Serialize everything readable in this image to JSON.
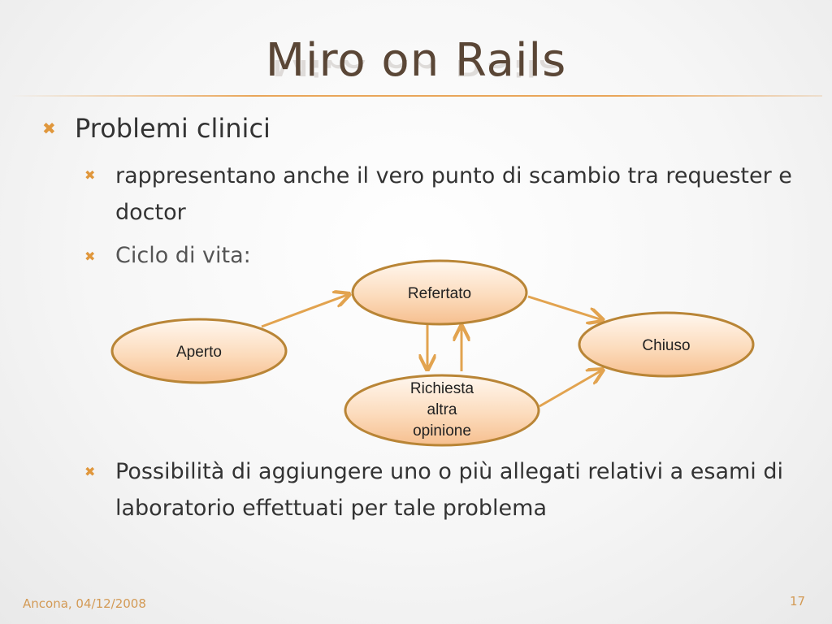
{
  "slide": {
    "title": "Miro on Rails",
    "bullets": {
      "main": "Problemi clinici",
      "sub1": "rappresentano anche il vero punto di scambio tra requester e doctor",
      "sub2": "Ciclo di vita:",
      "sub3": "Possibilità di aggiungere uno o più allegati relativi a esami di laboratorio effettuati per tale problema"
    },
    "bullet_icon": "cross-bullet-icon",
    "accent_color": "#e0973c",
    "footer": {
      "location_date": "Ancona, 04/12/2008",
      "page_number": "17"
    }
  },
  "diagram": {
    "nodes": {
      "aperto": "Aperto",
      "refertato": "Refertato",
      "chiuso": "Chiuso",
      "richiesta_line1": "Richiesta",
      "richiesta_line2": "altra",
      "richiesta_line3": "opinione"
    },
    "edges": [
      {
        "from": "Aperto",
        "to": "Refertato"
      },
      {
        "from": "Refertato",
        "to": "Chiuso"
      },
      {
        "from": "Refertato",
        "to": "Richiesta altra opinione"
      },
      {
        "from": "Richiesta altra opinione",
        "to": "Refertato"
      },
      {
        "from": "Richiesta altra opinione",
        "to": "Chiuso"
      }
    ],
    "node_fill_top": "#fff6ee",
    "node_fill_bottom": "#f7c59a",
    "node_stroke": "#b98536",
    "arrow_color": "#e2a34f"
  }
}
